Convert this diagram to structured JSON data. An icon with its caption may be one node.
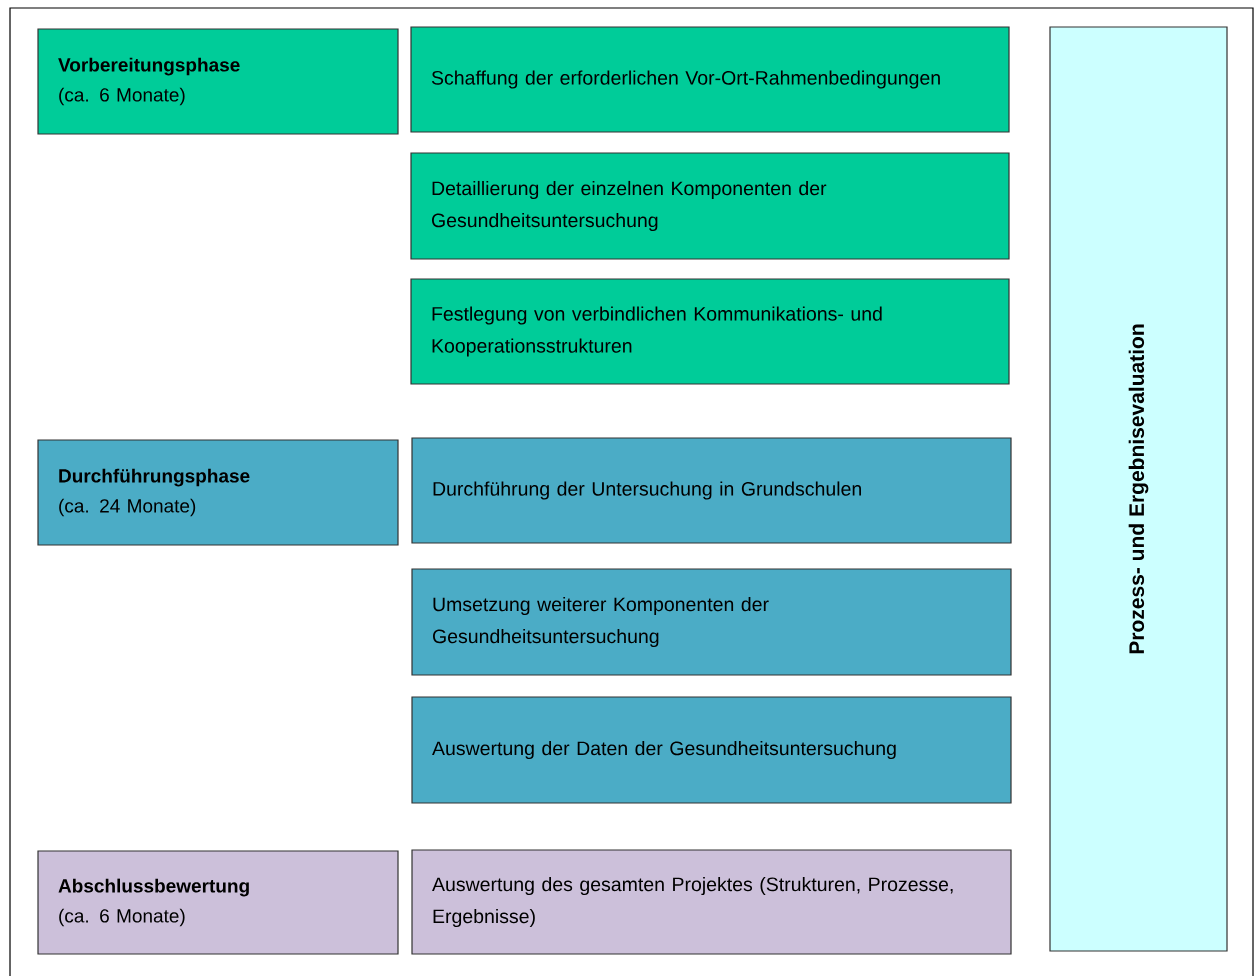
{
  "diagram": {
    "nodes": [
      {
        "text": [
          "Vorbereitungsphase",
          "(ca. 6 Monate)"
        ]
      },
      {
        "text": [
          "Schaffung der erforderlichen Vor-Ort-Rahmenbedingungen"
        ]
      },
      {
        "text": [
          "Detaillierung der einzelnen Komponenten der Gesundheitsuntersuchung"
        ]
      },
      {
        "text": [
          "Festlegung von verbindlichen Kommunikations- und Kooperationsstrukturen"
        ]
      },
      {
        "text": [
          "Durchführungsphase",
          "(ca. 24 Monate)"
        ]
      },
      {
        "text": [
          "Durchführung der Untersuchung in Grundschulen"
        ]
      },
      {
        "text": [
          "Umsetzung weiterer Komponenten der Gesundheitsuntersuchung"
        ]
      },
      {
        "text": [
          "Auswertung der Daten der Gesundheitsuntersuchung"
        ]
      },
      {
        "text": [
          "Abschlussbewertung",
          "(ca. 6 Monate)"
        ]
      },
      {
        "text": [
          "Auswertung des gesamten Projektes (Strukturen, Prozesse, Ergebnisse)"
        ]
      },
      {
        "text": [
          "Prozess- und Ergebnisevaluation"
        ]
      }
    ]
  }
}
